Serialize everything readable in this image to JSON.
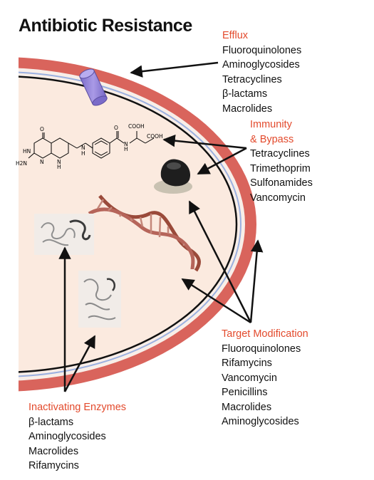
{
  "title": "Antibiotic Resistance",
  "colors": {
    "heading": "#e34a2c",
    "membrane": "#d9645c",
    "cytoplasm": "#fbeadf",
    "pump": "#8d7fd6"
  },
  "efflux": {
    "heading": "Efflux",
    "items": [
      "Fluoroquinolones",
      "Aminoglycosides",
      "Tetracyclines",
      "β-lactams",
      "Macrolides"
    ]
  },
  "immunity": {
    "heading_line1": "Immunity",
    "heading_line2": "& Bypass",
    "items": [
      "Tetracyclines",
      "Trimethoprim",
      "Sulfonamides",
      "Vancomycin"
    ]
  },
  "target": {
    "heading": "Target Modification",
    "items": [
      "Fluoroquinolones",
      "Rifamycins",
      "Vancomycin",
      "Penicillins",
      "Macrolides",
      "Aminoglycosides"
    ]
  },
  "inactivating": {
    "heading": "Inactivating Enzymes",
    "items": [
      "β-lactams",
      "Aminoglycosides",
      "Macrolides",
      "Rifamycins"
    ]
  },
  "molecule": {
    "labels": [
      "O",
      "HN",
      "H2N",
      "N",
      "N",
      "H",
      "N",
      "H",
      "O",
      "N",
      "H",
      "COOH",
      "COOH"
    ]
  }
}
